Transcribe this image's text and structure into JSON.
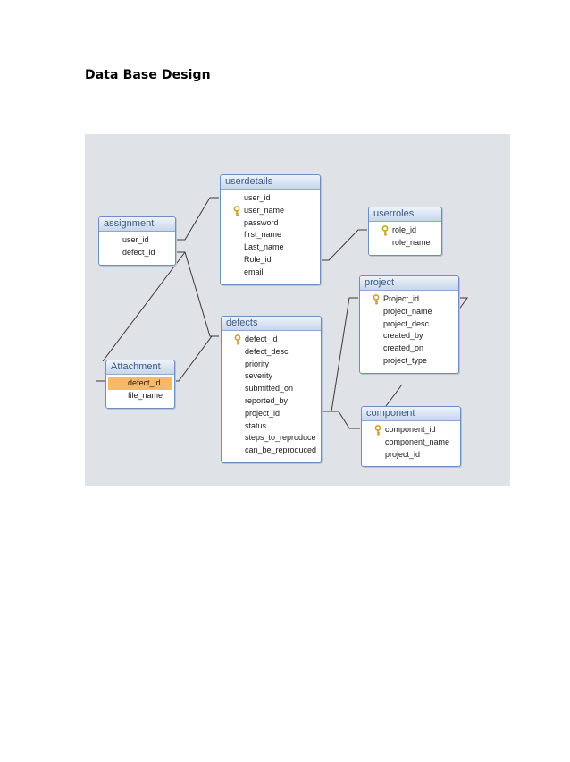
{
  "page_title": "Data Base Design",
  "tables": {
    "userdetails": {
      "name": "userdetails",
      "fields": [
        "user_id",
        "user_name",
        "password",
        "first_name",
        "Last_name",
        "Role_id",
        "email"
      ]
    },
    "userroles": {
      "name": "userroles",
      "fields": [
        "role_id",
        "role_name"
      ]
    },
    "assignment": {
      "name": "assignment",
      "fields": [
        "user_id",
        "defect_id"
      ]
    },
    "project": {
      "name": "project",
      "fields": [
        "Project_id",
        "project_name",
        "project_desc",
        "created_by",
        "created_on",
        "project_type"
      ]
    },
    "defects": {
      "name": "defects",
      "fields": [
        "defect_id",
        "defect_desc",
        "priority",
        "severity",
        "submitted_on",
        "reported_by",
        "project_id",
        "status",
        "steps_to_reproduce",
        "can_be_reproduced"
      ]
    },
    "attachment": {
      "name": "Attachment",
      "fields": [
        "defect_id",
        "file_name"
      ]
    },
    "component": {
      "name": "component",
      "fields": [
        "component_id",
        "component_name",
        "project_id"
      ]
    }
  },
  "primary_keys": {
    "userdetails": "user_name",
    "userroles": "role_id",
    "project": "Project_id",
    "defects": "defect_id",
    "component": "component_id"
  },
  "selected_field": {
    "table": "attachment",
    "field": "defect_id",
    "color": "#f8b86a"
  },
  "colors": {
    "canvas": "#dfe2e7",
    "header_text": "#3b5a86",
    "border": "#6d8fbf",
    "key_icon": "#c9a227"
  }
}
